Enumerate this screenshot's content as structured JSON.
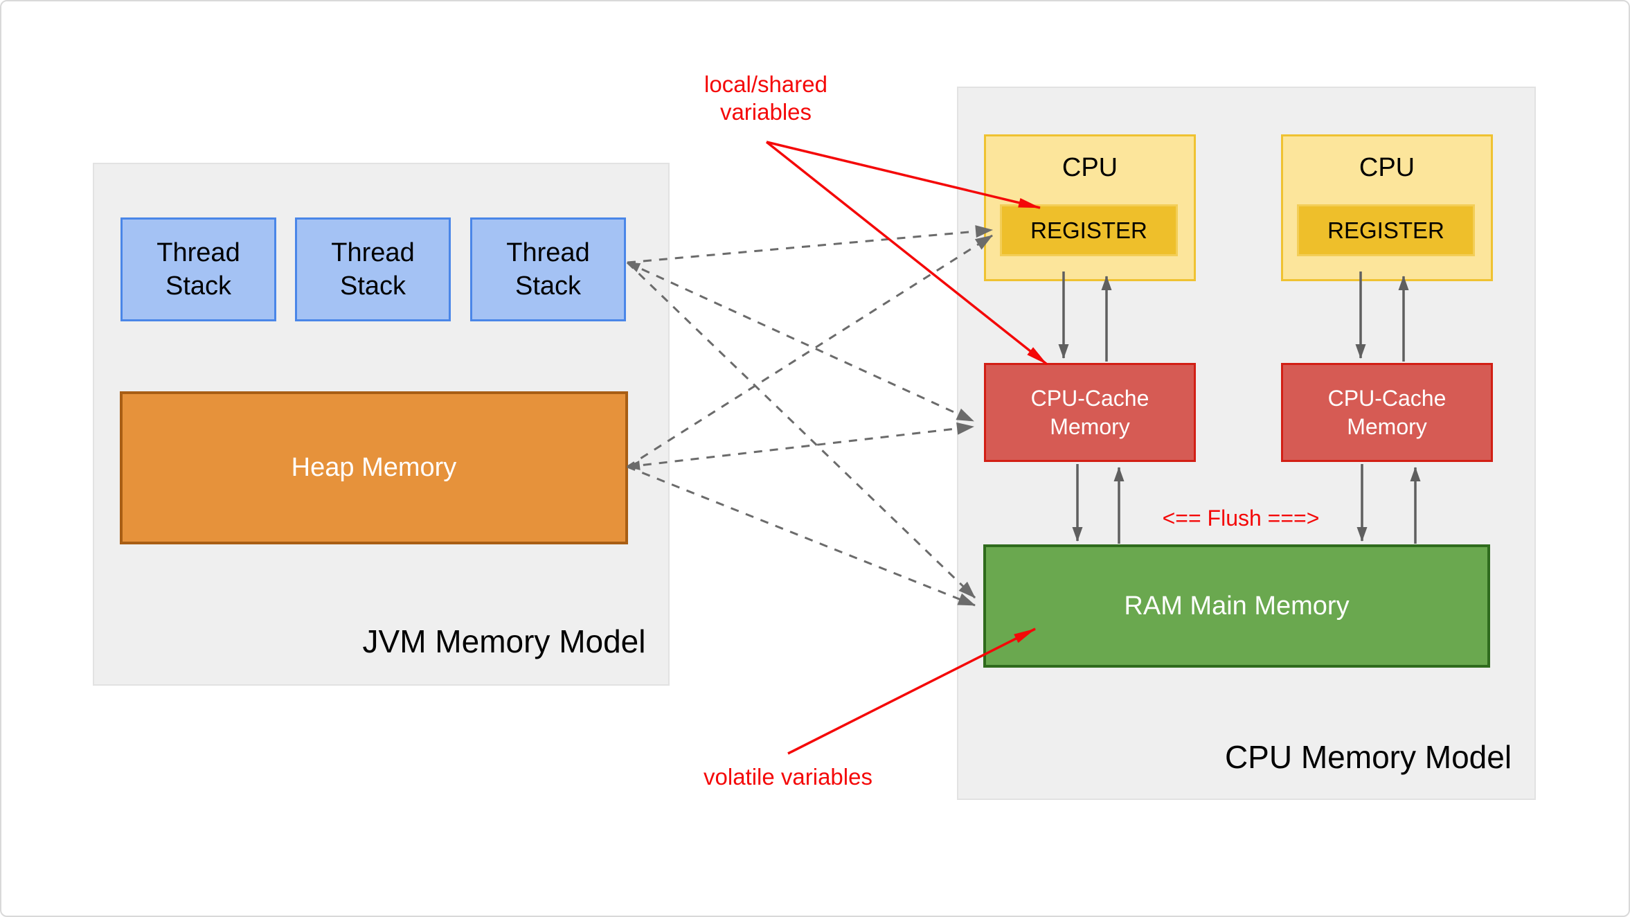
{
  "jvm_panel": {
    "title": "JVM Memory Model",
    "thread_stacks": [
      "Thread Stack",
      "Thread Stack",
      "Thread Stack"
    ],
    "heap_label": "Heap Memory"
  },
  "cpu_panel": {
    "title": "CPU Memory Model",
    "units": [
      {
        "cpu_label": "CPU",
        "register_label": "REGISTER",
        "cache_label": "CPU-Cache Memory"
      },
      {
        "cpu_label": "CPU",
        "register_label": "REGISTER",
        "cache_label": "CPU-Cache Memory"
      }
    ],
    "ram_label": "RAM Main Memory"
  },
  "annotations": {
    "local_shared": "local/shared variables",
    "volatile": "volatile variables",
    "flush": "<== Flush ===>"
  },
  "colors": {
    "panel_bg": "#efefef",
    "thread_stack_fill": "#a4c2f4",
    "thread_stack_border": "#4a86e8",
    "heap_fill": "#e6923b",
    "heap_border": "#a85e14",
    "cpu_fill": "#fce59b",
    "cpu_border": "#efc231",
    "register_fill": "#eebf2b",
    "cache_fill": "#d65b54",
    "cache_border": "#d21f15",
    "ram_fill": "#6aa84f",
    "ram_border": "#2f6b1d",
    "connector_gray": "#6b6b6b",
    "annotation_red": "#f40808"
  }
}
